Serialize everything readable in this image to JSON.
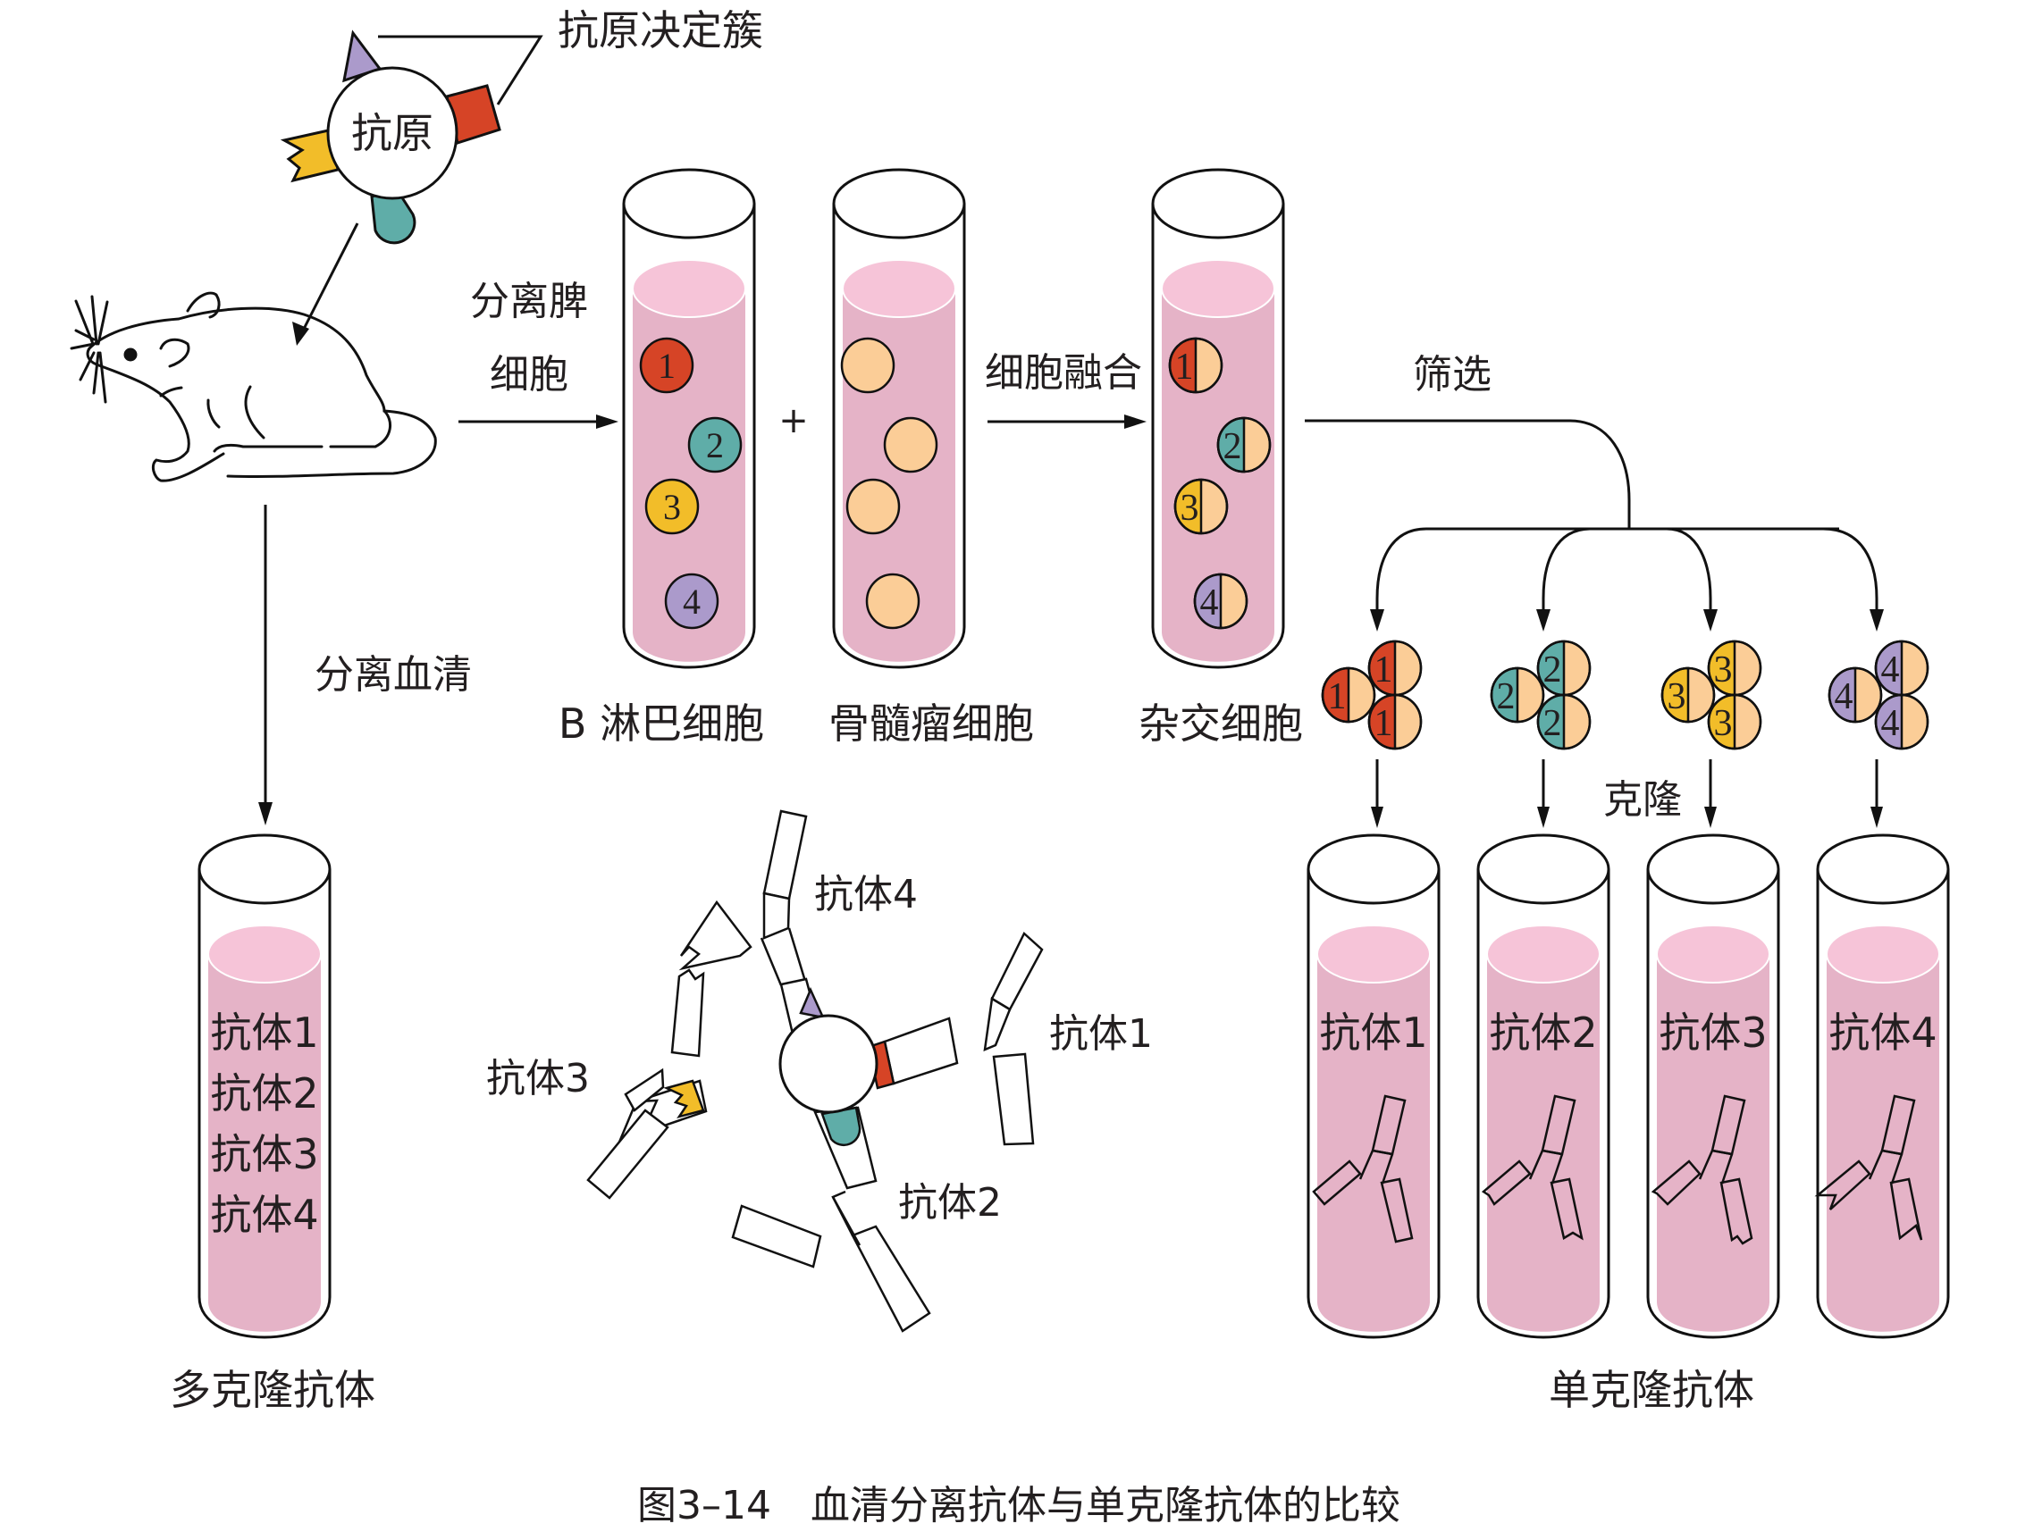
{
  "colors": {
    "epitope_1": "#d64426",
    "epitope_2": "#5fada8",
    "epitope_3": "#f2bd29",
    "epitope_4": "#ab9acb",
    "myeloma": "#fbcd97",
    "liquid": "#e5b3c7",
    "liquid_top": "#f6c4d8",
    "line": "#111111"
  },
  "antigen": {
    "label": "抗原",
    "epitope_label": "抗原决定簇"
  },
  "steps": {
    "isolate_spleen_line1": "分离脾",
    "isolate_spleen_line2": "细胞",
    "plus": "+",
    "cell_fusion": "细胞融合",
    "screening": "筛选",
    "cloning": "克隆",
    "isolate_serum": "分离血清"
  },
  "tubes": {
    "b_cells": {
      "label": "B 淋巴细胞",
      "cells": [
        "1",
        "2",
        "3",
        "4"
      ]
    },
    "myeloma": {
      "label": "骨髓瘤细胞"
    },
    "hybrid": {
      "label": "杂交细胞",
      "cells": [
        "1",
        "2",
        "3",
        "4"
      ]
    },
    "polyclonal": {
      "label": "多克隆抗体",
      "contents": [
        "抗体1",
        "抗体2",
        "抗体3",
        "抗体4"
      ]
    },
    "monoclonal": {
      "label": "单克隆抗体",
      "contents": [
        "抗体1",
        "抗体2",
        "抗体3",
        "抗体4"
      ]
    }
  },
  "clones": [
    "1",
    "2",
    "3",
    "4"
  ],
  "binding": {
    "labels": [
      "抗体1",
      "抗体2",
      "抗体3",
      "抗体4"
    ]
  },
  "caption": "图3–14　血清分离抗体与单克隆抗体的比较"
}
